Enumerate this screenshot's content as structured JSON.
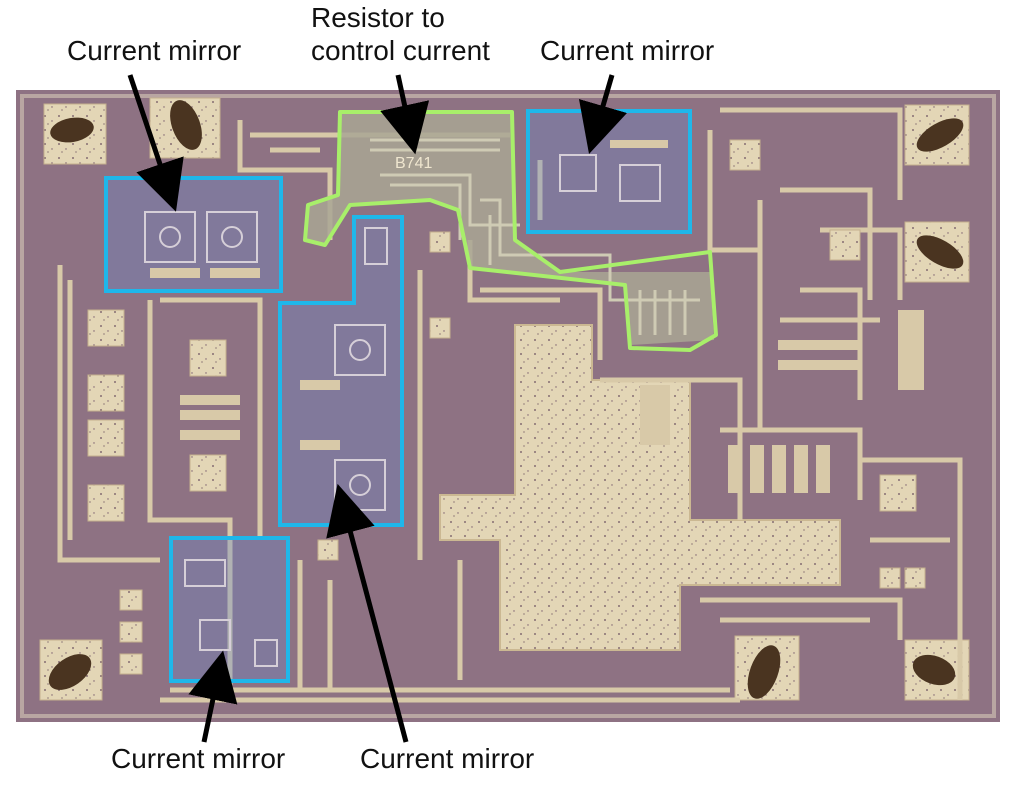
{
  "labels": {
    "current_mirror_top_left": "Current mirror",
    "resistor_line1": "Resistor to",
    "resistor_line2": "control current",
    "current_mirror_top_right": "Current mirror",
    "current_mirror_bottom_left": "Current mirror",
    "current_mirror_bottom_center": "Current mirror"
  },
  "die_marking": "B741",
  "colors": {
    "die_background": "#8a6f7e",
    "metal": "#d8c9a8",
    "highlight_box": "#1fb7ea",
    "resistor_outline": "#a8ef6a",
    "arrow": "#000000"
  }
}
